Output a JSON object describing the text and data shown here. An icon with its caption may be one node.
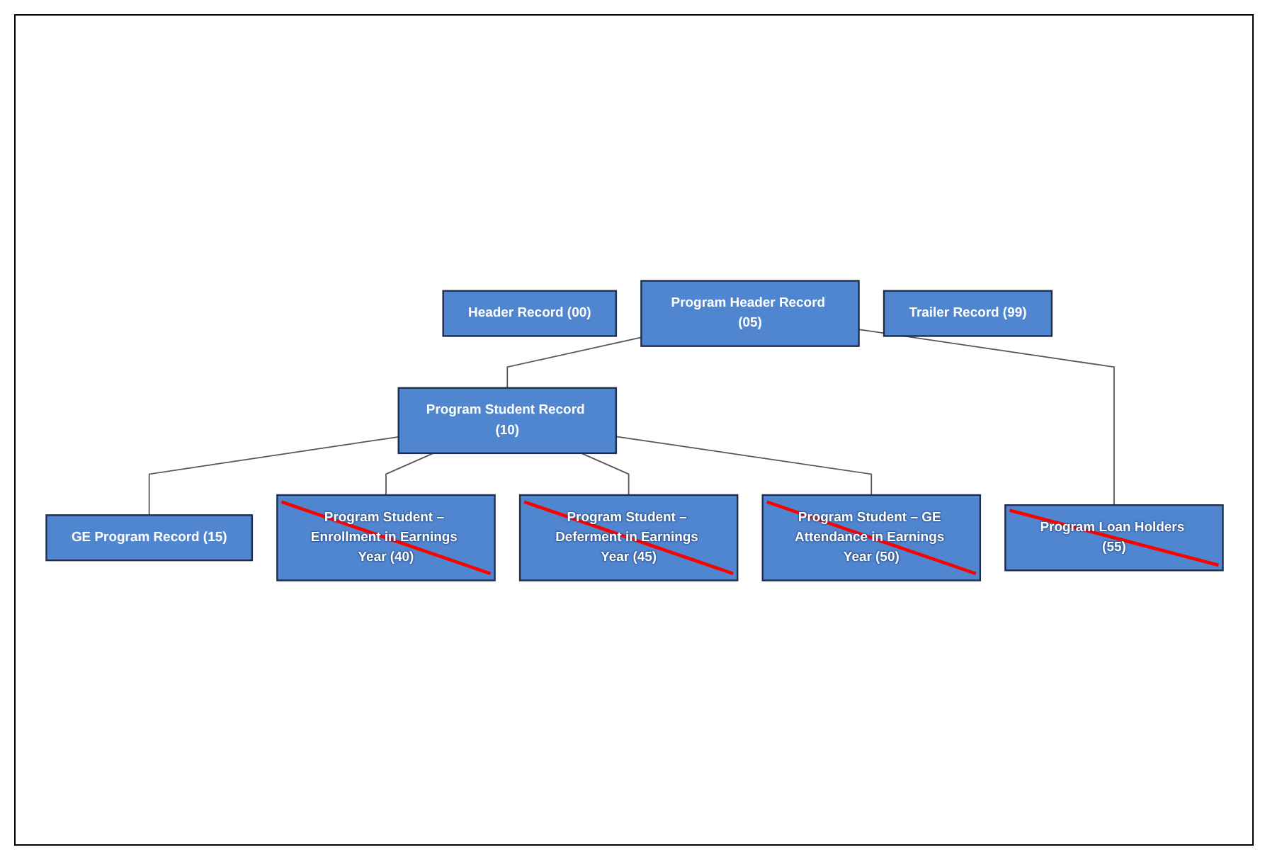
{
  "diagram": {
    "nodes": [
      {
        "text": [
          "Header Record (00)"
        ]
      },
      {
        "text": [
          "Program Header Record (05)"
        ]
      },
      {
        "text": [
          "Program Student Record (10)"
        ]
      },
      {
        "text": [
          "GE Program Record (15)"
        ]
      },
      {
        "text": [
          "Program Student – Enrollment in Earnings Year (40)"
        ]
      },
      {
        "text": [
          "Program Student – Deferment in Earnings Year (45)"
        ]
      },
      {
        "text": [
          "Program Student – GE Attendance in Earnings Year (50)"
        ]
      },
      {
        "text": [
          "Program Loan Holders (55)"
        ]
      },
      {
        "text": [
          "Trailer Record (99)"
        ]
      }
    ],
    "edges": [
      {
        "from": 1,
        "to": 2,
        "arrow": "none"
      },
      {
        "from": 2,
        "to": 3,
        "arrow": "none"
      },
      {
        "from": 2,
        "to": 4,
        "arrow": "none"
      },
      {
        "from": 2,
        "to": 5,
        "arrow": "none"
      },
      {
        "from": 2,
        "to": 6,
        "arrow": "none"
      },
      {
        "from": 1,
        "to": 7,
        "arrow": "none"
      }
    ]
  }
}
